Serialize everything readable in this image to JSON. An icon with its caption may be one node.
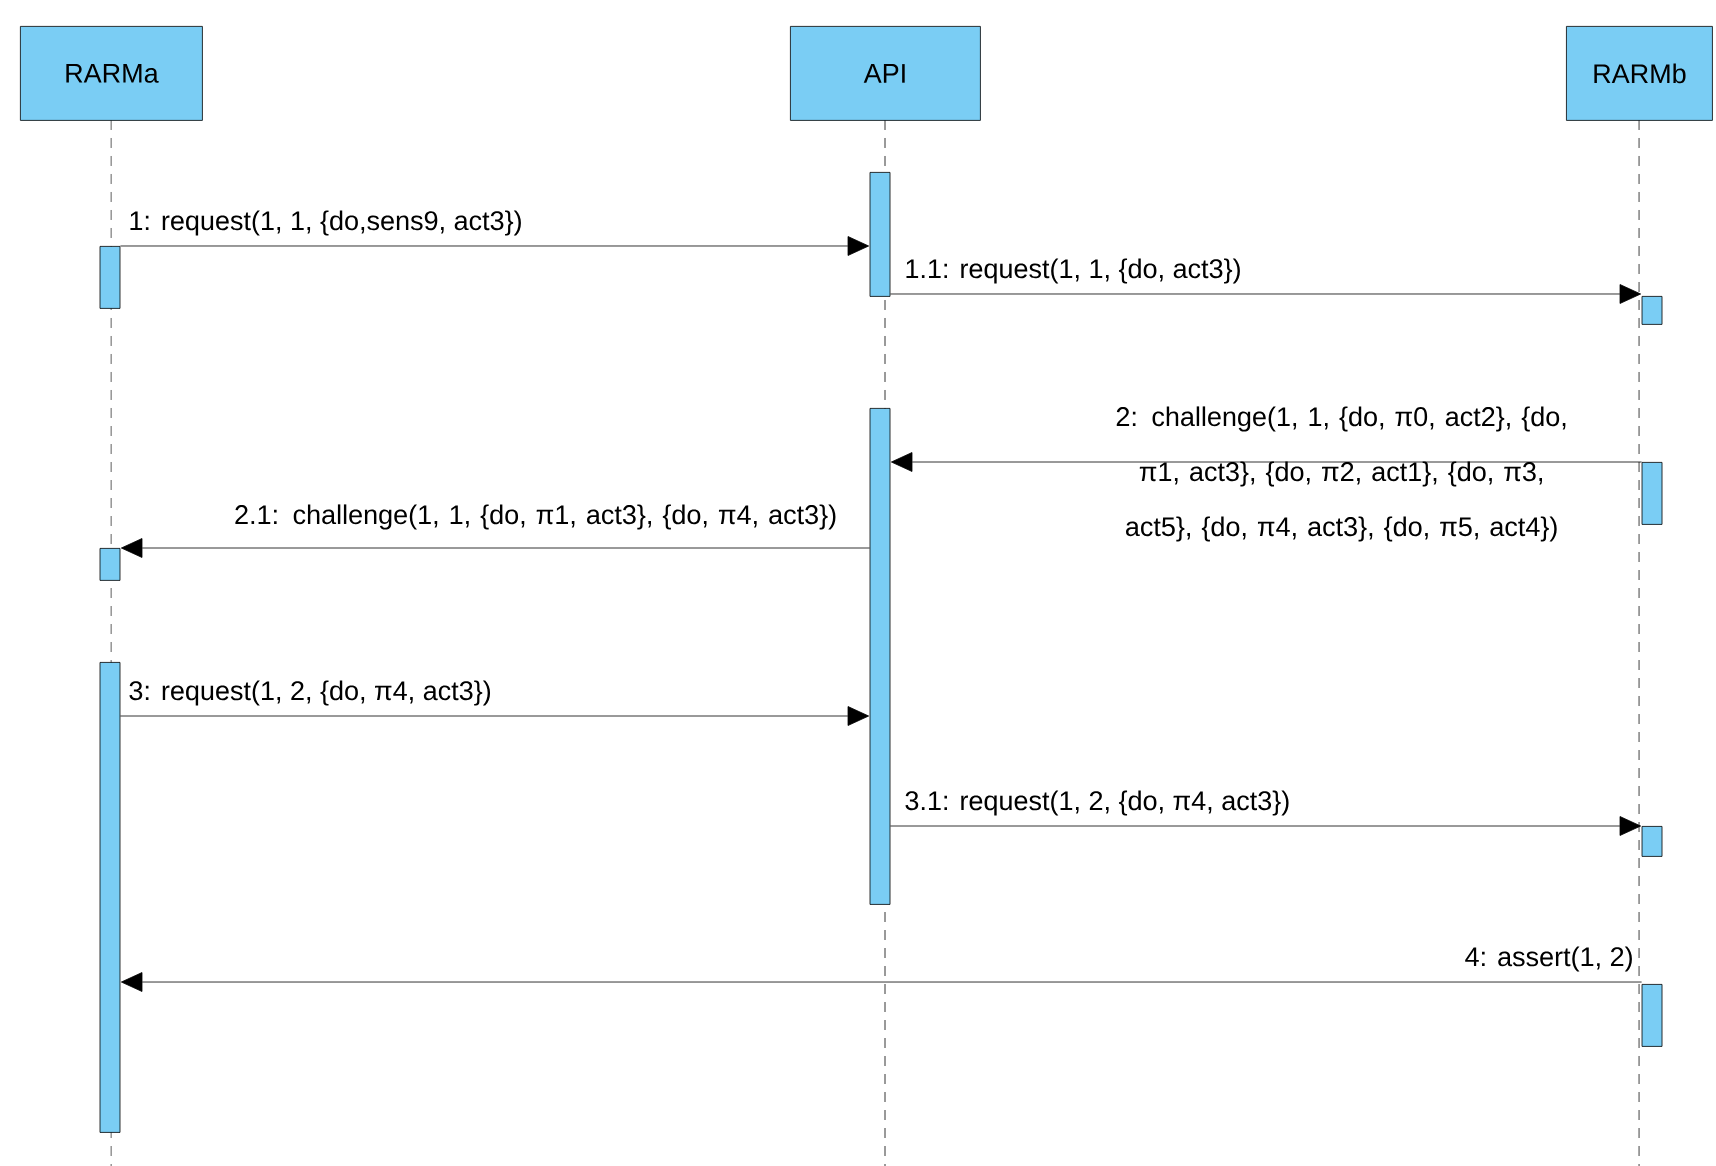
{
  "diagram": {
    "nodes": [
      {
        "text": [
          "RARMa"
        ]
      },
      {
        "text": [
          "API"
        ]
      },
      {
        "text": [
          "RARMb"
        ]
      },
      {
        "text": [],
        "shape": "bar"
      },
      {
        "text": [],
        "shape": "bar"
      },
      {
        "text": [],
        "shape": "bar"
      },
      {
        "text": [],
        "shape": "bar"
      },
      {
        "text": [],
        "shape": "bar"
      },
      {
        "text": [],
        "shape": "bar"
      },
      {
        "text": [],
        "shape": "bar"
      },
      {
        "text": [],
        "shape": "bar"
      },
      {
        "text": [],
        "shape": "bar"
      }
    ],
    "edges": [
      {
        "from": 3,
        "to": 6,
        "arrow": "to",
        "label": "1: request(1, 1, {do,sens9, act3})"
      },
      {
        "from": 6,
        "to": 8,
        "arrow": "to",
        "label": "1.1: request(1, 1, {do, act3})"
      },
      {
        "from": 9,
        "to": 7,
        "arrow": "to",
        "label": "2: challenge(1, 1, {do, π0, act2}, {do, π1, act3}, {do, π2, act1}, {do, π3, act5}, {do, π4, act3}, {do, π5, act4})"
      },
      {
        "from": 7,
        "to": 4,
        "arrow": "to",
        "label": "2.1: challenge(1, 1, {do, π1, act3}, {do, π4, act3})"
      },
      {
        "from": 5,
        "to": 7,
        "arrow": "to",
        "label": "3: request(1, 2, {do, π4, act3})"
      },
      {
        "from": 7,
        "to": 10,
        "arrow": "to",
        "label": "3.1: request(1, 2, {do, π4, act3})"
      },
      {
        "from": 11,
        "to": 5,
        "arrow": "to",
        "label": "4: assert(1, 2)"
      }
    ]
  }
}
